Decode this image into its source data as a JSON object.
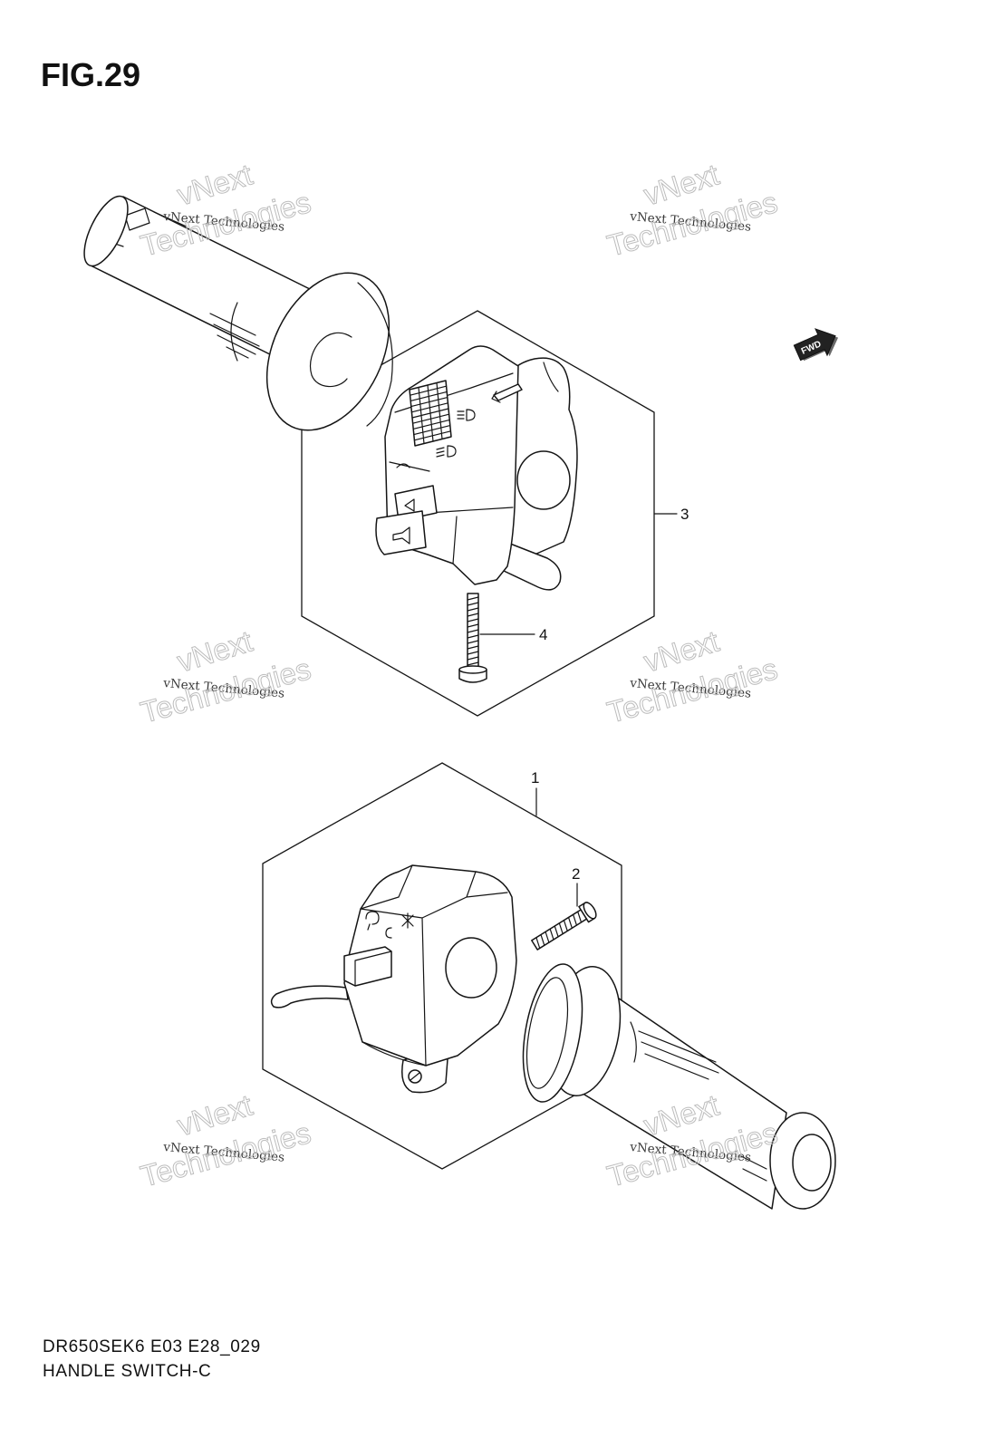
{
  "figure_label": "FIG.29",
  "fwd_badge": "FWD",
  "callouts": {
    "part_1": "1",
    "part_2": "2",
    "part_3": "3",
    "part_4": "4"
  },
  "watermark": {
    "brand": "vNext",
    "word": "Technologies",
    "caption": "vNext Technologies"
  },
  "footer": {
    "drawing_code": "DR650SEK6 E03 E28_029",
    "title": "HANDLE SWITCH-C"
  }
}
